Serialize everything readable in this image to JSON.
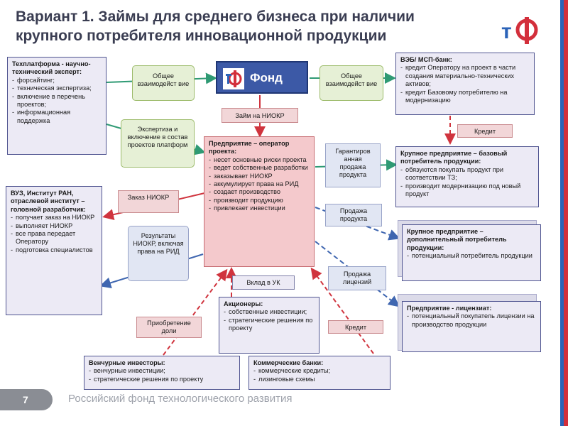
{
  "title": "Вариант 1. Займы для среднего бизнеса при наличии крупного потребителя инновационной продукции",
  "fond": {
    "label": "Фонд"
  },
  "tech_platform": {
    "header": "Техплатформа - научно-технический эксперт:",
    "items": [
      "форсайтинг;",
      "техническая экспертиза;",
      "включение в перечень проектов;",
      "информационная поддержка"
    ]
  },
  "veb": {
    "header": "ВЭБ/ МСП-банк:",
    "items": [
      "кредит Оператору на проект в части создания материально-технических активов;",
      "кредит Базовому потребителю на модернизацию"
    ]
  },
  "labels": {
    "interaction_left": "Общее взаимодейст вие",
    "interaction_right": "Общее взаимодейст вие",
    "loan_niokr": "Займ на НИОКР",
    "expertise": "Экспертиза и включение в состав проектов платформ",
    "credit_top": "Кредит",
    "guaranteed_sale": "Гарантиров анная продажа продукта",
    "order_niokr": "Заказ НИОКР",
    "results_niokr": "Результаты НИОКР, включая права на РИД",
    "product_sale": "Продажа продукта",
    "license_sale": "Продажа лицензий",
    "contribution": "Вклад в УК",
    "share_purchase": "Приобретение доли",
    "credit_bottom": "Кредит"
  },
  "operator": {
    "header": "Предприятие – оператор проекта:",
    "items": [
      "несет основные риски проекта",
      "ведет собственные разработки",
      "заказывает НИОКР",
      "аккумулирует права на РИД",
      "создает производство",
      "производит продукцию",
      "привлекает инвестиции"
    ]
  },
  "university": {
    "header": "ВУЗ, Институт РАН, отраслевой институт – головной разработчик:",
    "items": [
      "получает заказ на НИОКР",
      "выполняет НИОКР",
      "все права передает Оператору",
      "подготовка специалистов"
    ]
  },
  "base_consumer": {
    "header": "Крупное предприятие – базовый потребитель продукции:",
    "items": [
      "обязуются покупать продукт при соответствии ТЗ;",
      "производит модернизацию под новый продукт"
    ]
  },
  "extra_consumer": {
    "header": "Крупное предприятие – дополнительный потребитель продукции:",
    "items": [
      "потенциальный потребитель продукции"
    ]
  },
  "licensee": {
    "header": "Предприятие - лицензиат:",
    "items": [
      "потенциальный покупатель лицензии на производство продукции"
    ]
  },
  "shareholders": {
    "header": "Акционеры:",
    "items": [
      "собственные инвестиции;",
      "стратегические решения по проекту"
    ]
  },
  "venture": {
    "header": "Венчурные инвесторы:",
    "items": [
      "венчурные инвестиции;",
      "стратегические решения по проекту"
    ]
  },
  "banks": {
    "header": "Коммерческие банки:",
    "items": [
      "коммерческие кредиты;",
      "лизинговые схемы"
    ]
  },
  "footer": {
    "page_number": "7",
    "org_name": "Российский фонд технологического развития"
  },
  "colors": {
    "title": "#3a3d52",
    "fond": "#3c59a6",
    "red_arrow": "#d0343e",
    "blue_arrow": "#3f66b0",
    "green_arrow": "#2f9a74"
  }
}
